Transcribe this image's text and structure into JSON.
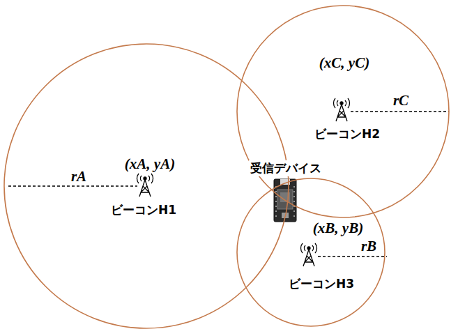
{
  "diagram": {
    "nodes": [
      {
        "text": [
          "(xA, yA)",
          "ビーコンH1",
          "rA"
        ]
      },
      {
        "text": [
          "(xC, yC)",
          "ビーコンH2",
          "rC"
        ]
      },
      {
        "text": [
          "(xB, yB)",
          "ビーコンH3",
          "rB"
        ]
      }
    ],
    "labels": [
      "受信デバイス"
    ]
  }
}
